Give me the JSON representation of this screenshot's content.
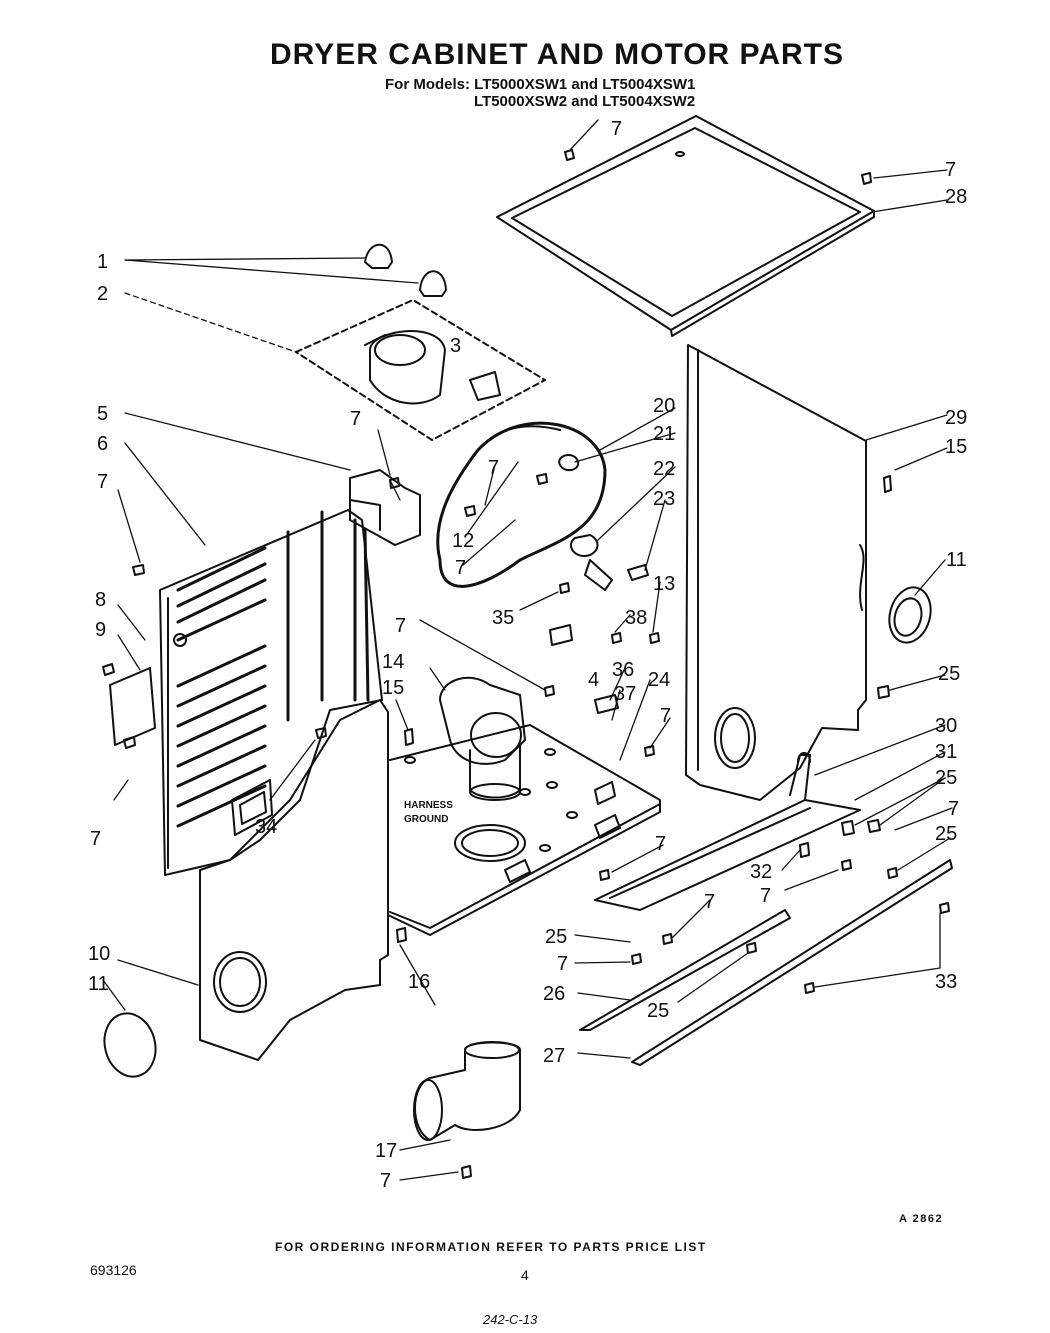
{
  "title": "DRYER CABINET AND MOTOR PARTS",
  "models_line1": "For Models: LT5000XSW1 and LT5004XSW1",
  "models_line2": "LT5000XSW2 and LT5004XSW2",
  "labels": {
    "harness": "HARNESS",
    "ground": "GROUND"
  },
  "footer": {
    "order_info": "FOR ORDERING INFORMATION REFER TO PARTS PRICE LIST",
    "diagram_code": "A 2862",
    "doc_number": "693126",
    "page_number": "4",
    "handwritten": "242-C-13"
  },
  "callouts": {
    "c1": "1",
    "c2": "2",
    "c3": "3",
    "c4": "4",
    "c5": "5",
    "c6": "6",
    "c7": "7",
    "c8": "8",
    "c9": "9",
    "c10": "10",
    "c11": "11",
    "c12": "12",
    "c13": "13",
    "c14": "14",
    "c15": "15",
    "c16": "16",
    "c17": "17",
    "c20": "20",
    "c21": "21",
    "c22": "22",
    "c23": "23",
    "c24": "24",
    "c25": "25",
    "c26": "26",
    "c27": "27",
    "c28": "28",
    "c29": "29",
    "c30": "30",
    "c31": "31",
    "c32": "32",
    "c33": "33",
    "c34": "34",
    "c35": "35",
    "c36": "36",
    "c37": "37",
    "c38": "38"
  }
}
